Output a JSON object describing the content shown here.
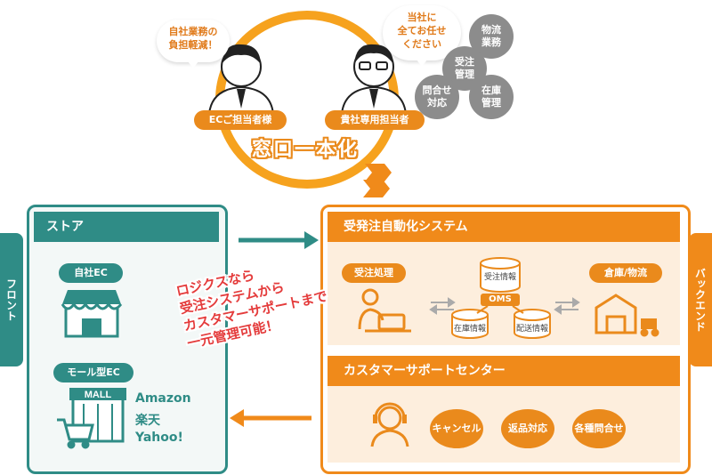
{
  "top": {
    "bubble_left": "自社業務の\n負担軽減！",
    "bubble_right": "当社に\n全てお任せ\nください",
    "person_left_label": "ECご担当者様",
    "person_right_label": "貴社専用担当者",
    "main_title": "窓口一本化",
    "tasks": [
      "物流\n業務",
      "受注\n管理",
      "問合せ\n対応",
      "在庫\n管理"
    ]
  },
  "side": {
    "left": "フロント",
    "right": "バックエンド"
  },
  "store": {
    "title": "ストア",
    "own_ec_label": "自社EC",
    "mall_ec_label": "モール型EC",
    "mall_sign": "MALL",
    "malls": [
      "Amazon",
      "楽天",
      "Yahoo!"
    ]
  },
  "callout": {
    "lines": [
      "ロジクスなら",
      "受注システムから",
      "カスタマーサポートまで",
      "一元管理可能！"
    ]
  },
  "system": {
    "title": "受発注自動化システム",
    "order_label": "受注処理",
    "warehouse_label": "倉庫/物流",
    "oms_label": "OMS",
    "db_order": "受注情報",
    "db_stock": "在庫情報",
    "db_ship": "配送情報"
  },
  "support": {
    "title": "カスタマーサポートセンター",
    "items": [
      "キャンセル",
      "返品対応",
      "各種問合せ"
    ]
  },
  "colors": {
    "orange": "#f08a1a",
    "teal": "#2f8c86",
    "grey": "#8c8c8c",
    "red": "#e43b3b"
  }
}
